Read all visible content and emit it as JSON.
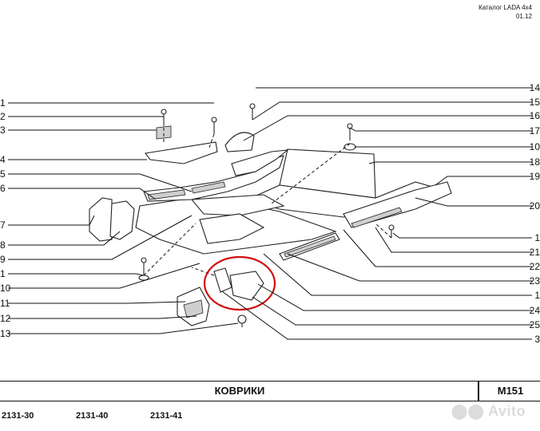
{
  "header": {
    "catalog": "Каталог  LADA  4x4",
    "date": "01.12"
  },
  "callouts_left": [
    "1",
    "2",
    "3",
    "4",
    "5",
    "6",
    "7",
    "8",
    "9",
    "1",
    "10",
    "11",
    "12",
    "13"
  ],
  "callouts_right": [
    "14",
    "15",
    "16",
    "17",
    "10",
    "18",
    "19",
    "20",
    "1",
    "21",
    "22",
    "23",
    "1",
    "24",
    "25",
    "3"
  ],
  "title": {
    "name": "КОВРИКИ",
    "code": "M151"
  },
  "models": [
    "2131-30",
    "2131-40",
    "2131-41"
  ],
  "watermark": "Avito",
  "highlight_color": "#d01010"
}
